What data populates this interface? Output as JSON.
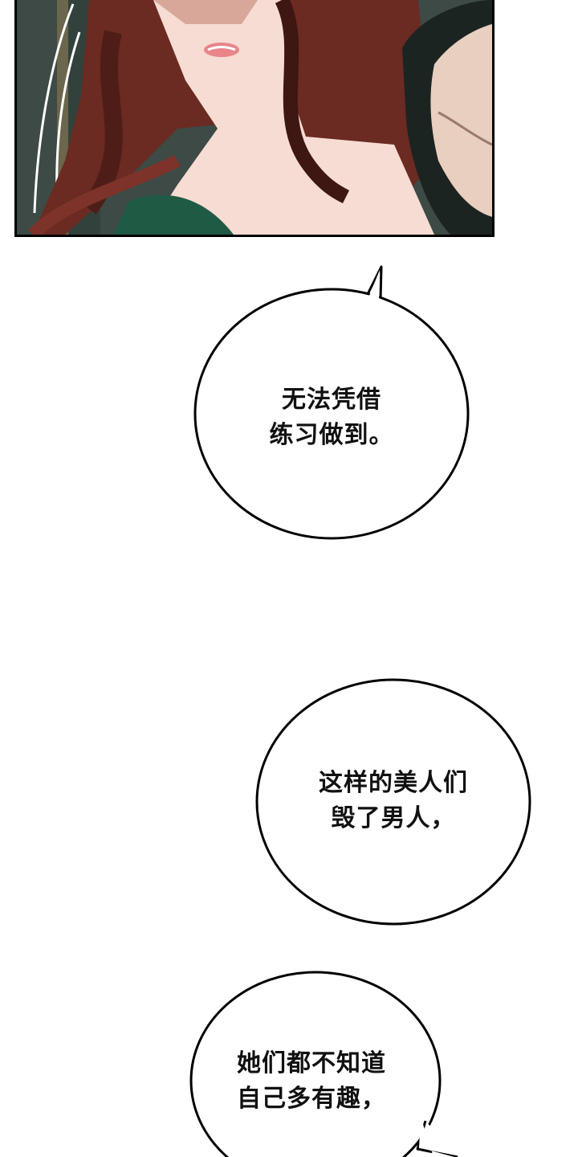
{
  "panel": {
    "description": "Close-up of a red-haired woman in a green dress with a bearded man at her shoulder",
    "colors": {
      "background": "#3d4a45",
      "hair": "#6b2a22",
      "hair_dark": "#3e1612",
      "skin": "#f6dcd2",
      "dress": "#1f5a45",
      "man_hair": "#1c2422",
      "man_skin": "#e8cfc0",
      "lips": "#e8848a"
    }
  },
  "bubbles": [
    {
      "lines": [
        "无法凭借",
        "练习做到。"
      ]
    },
    {
      "lines": [
        "这样的美人们",
        "毁了男人，"
      ]
    },
    {
      "lines": [
        "她们都不知道",
        "自己多有趣，"
      ]
    }
  ]
}
